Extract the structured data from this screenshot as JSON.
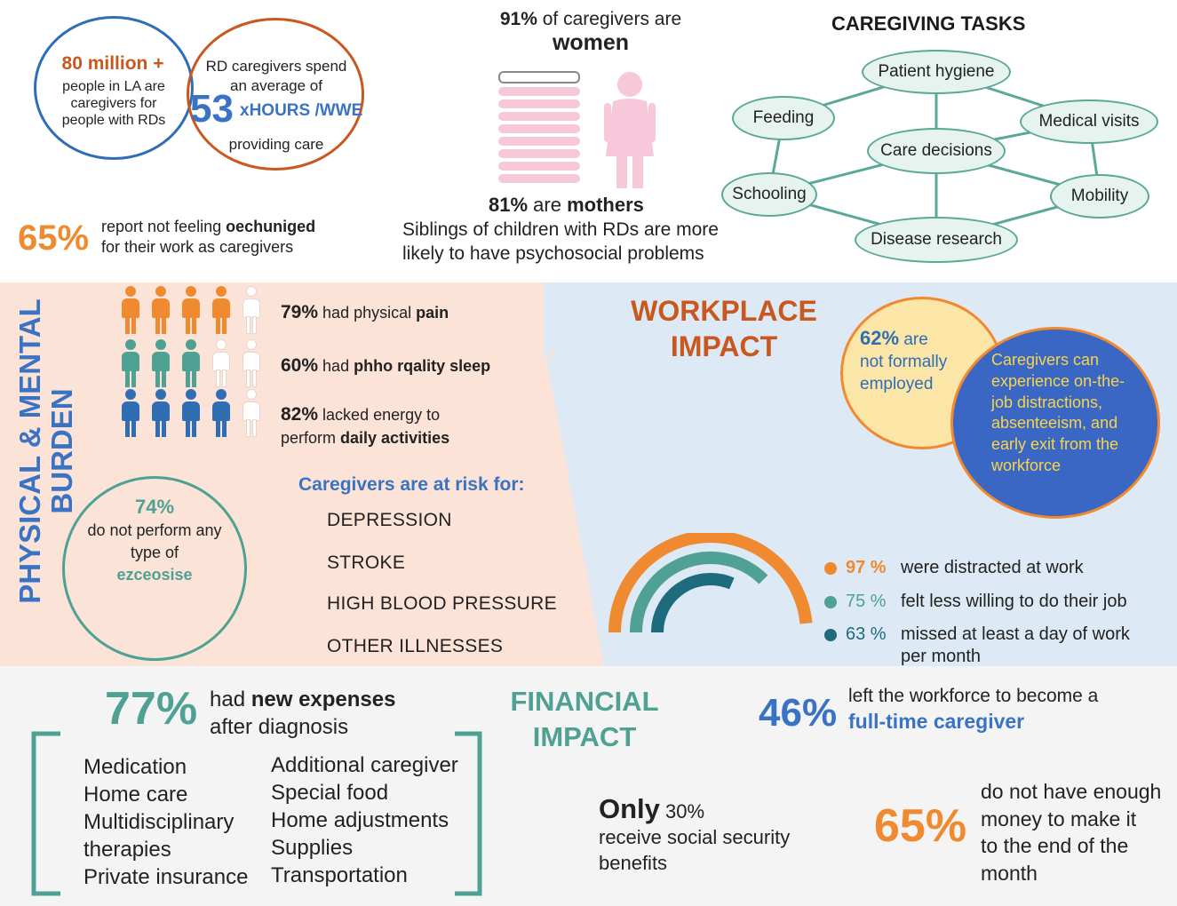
{
  "top": {
    "circle1": {
      "big": "80 million +",
      "text": "people in LA are caregivers for people with RDs"
    },
    "circle2": {
      "line1": "RD caregivers spend an average of",
      "number": "53",
      "unit": "xHOURS /WWE",
      "line2": "providing care"
    },
    "recognition": {
      "pct": "65%",
      "text_pre": "report not feeling ",
      "text_bold": "oechuniged",
      "text_post": "for their work as caregivers"
    },
    "women": {
      "pct": "91%",
      "text": "of caregivers are",
      "bold": "women"
    },
    "mothers": {
      "pct": "81%",
      "text": "are",
      "bold": "mothers"
    },
    "siblings": "Siblings of children with RDs are more likely to have psychosocial problems",
    "tasks_title": "CAREGIVING TASKS",
    "tasks": {
      "hygiene": "Patient hygiene",
      "feeding": "Feeding",
      "medical": "Medical visits",
      "decisions": "Care decisions",
      "schooling": "Schooling",
      "mobility": "Mobility",
      "research": "Disease research"
    }
  },
  "burden": {
    "title_line1": "PHYSICAL & MENTAL",
    "title_line2": "BURDEN",
    "stats": [
      {
        "pct": "79%",
        "text": "had physical",
        "bold": "pain",
        "filled": 4,
        "color": "#f08a30"
      },
      {
        "pct": "60%",
        "text": "had",
        "bold": "phho rqality sleep",
        "filled": 3,
        "color": "#4fa293"
      },
      {
        "pct": "82%",
        "text": "lacked energy to",
        "line2": "perform",
        "bold": "daily activities",
        "filled": 4,
        "color": "#2f6db5"
      }
    ],
    "exercise": {
      "pct": "74%",
      "line1": "do not perform any",
      "line2": "type of",
      "word": "ezceosise"
    },
    "risk_title_bold": "Caregivers",
    "risk_title": "are at risk for:",
    "risks": [
      "DEPRESSION",
      "STROKE",
      "HIGH BLOOD PRESSURE",
      "OTHER ILLNESSES"
    ]
  },
  "workplace": {
    "title_line1": "WORKPLACE",
    "title_line2": "IMPACT",
    "employed": {
      "pct": "62%",
      "text1": "are",
      "text2": "not formally",
      "text3": "employed"
    },
    "distraction": "Caregivers can experience on-the-job distractions, absenteeism, and early exit from the workforce",
    "legend": [
      {
        "pct": "97 %",
        "text": "were distracted at work",
        "color": "#f08a30"
      },
      {
        "pct": "75 %",
        "text": "felt less willing to do their job",
        "color": "#4fa293"
      },
      {
        "pct": "63 %",
        "text": "missed at least a day of work",
        "text2": "per month",
        "color": "#1d6b7d"
      }
    ],
    "arcs": [
      0.97,
      0.75,
      0.63
    ]
  },
  "financial": {
    "title_line1": "FINANCIAL",
    "title_line2": "IMPACT",
    "expenses": {
      "pct": "77%",
      "text": "had",
      "bold": "new expenses",
      "line2": "after diagnosis"
    },
    "col1": [
      "Medication",
      "Home care",
      "Multidisciplinary",
      "therapies",
      "Private insurance"
    ],
    "col2": [
      "Additional caregiver",
      "Special food",
      "Home adjustments",
      "Supplies",
      "Transportation"
    ],
    "left": {
      "pct": "46%",
      "text": "left the workforce to become a",
      "bold": "full-time caregiver"
    },
    "social": {
      "only": "Only",
      "pct": "30%",
      "line1": "receive social security",
      "line2": "benefits"
    },
    "money": {
      "pct": "65%",
      "lines": [
        "do not have enough",
        "money to make it",
        "to the end of the",
        "month"
      ]
    }
  }
}
